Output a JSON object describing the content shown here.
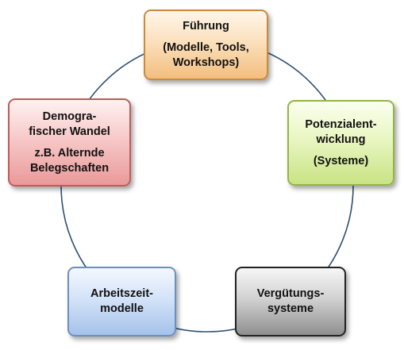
{
  "diagram": {
    "type": "cycle",
    "ring_color": "#2f4f73",
    "nodes": [
      {
        "id": "fuehrung",
        "lines": [
          "Führung"
        ],
        "sub_lines": [
          "(Modelle, Tools,",
          "Workshops)"
        ],
        "color": "#f3be7e"
      },
      {
        "id": "potenzial",
        "lines": [
          "Potenzialent-",
          "wicklung"
        ],
        "sub_lines": [
          "(Systeme)"
        ],
        "color": "#c9e384"
      },
      {
        "id": "verguetung",
        "lines": [
          "Vergütungs-",
          "systeme"
        ],
        "sub_lines": [],
        "color": "#8f8f8f"
      },
      {
        "id": "arbeitszeit",
        "lines": [
          "Arbeitszeit-",
          "modelle"
        ],
        "sub_lines": [],
        "color": "#a5c2ea"
      },
      {
        "id": "demografie",
        "lines": [
          "Demogra-",
          "fischer Wandel"
        ],
        "sub_lines": [
          "z.B. Alternde",
          "Belegschaften"
        ],
        "color": "#ea9999"
      }
    ]
  }
}
